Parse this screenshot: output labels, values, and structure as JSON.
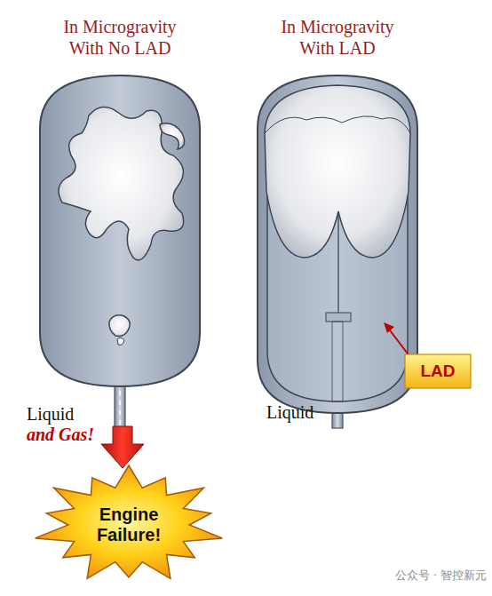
{
  "diagram": {
    "nodes": [
      {
        "text": [
          "Engine Failure!"
        ]
      },
      {
        "text": [
          "LAD"
        ]
      }
    ],
    "labels": [
      "In Microgravity With No LAD",
      "In Microgravity With LAD",
      "Liquid",
      "and Gas!",
      "Liquid",
      "公众号 · 智控新元"
    ]
  }
}
